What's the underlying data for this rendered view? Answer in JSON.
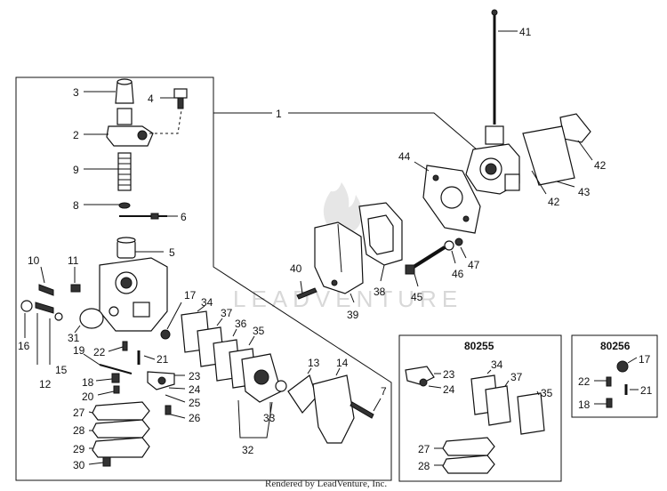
{
  "labels": {
    "p1": "1",
    "p2": "2",
    "p3": "3",
    "p4": "4",
    "p5": "5",
    "p6": "6",
    "p7": "7",
    "p8": "8",
    "p9": "9",
    "p10": "10",
    "p11": "11",
    "p12": "12",
    "p13": "13",
    "p14": "14",
    "p15": "15",
    "p16": "16",
    "p17": "17",
    "p18": "18",
    "p19": "19",
    "p20": "20",
    "p21": "21",
    "p22": "22",
    "p23": "23",
    "p24": "24",
    "p25": "25",
    "p26": "26",
    "p27": "27",
    "p28": "28",
    "p29": "29",
    "p30": "30",
    "p31": "31",
    "p32": "32",
    "p33": "33",
    "p34": "34",
    "p35": "35",
    "p36": "36",
    "p37": "37",
    "p38": "38",
    "p39": "39",
    "p40": "40",
    "p41": "41",
    "p42a": "42",
    "p42b": "42",
    "p43": "43",
    "p44": "44",
    "p45": "45",
    "p46": "46",
    "p47": "47"
  },
  "kit_80255": {
    "title": "80255",
    "labels": {
      "k23": "23",
      "k24": "24",
      "k34": "34",
      "k37": "37",
      "k35": "35",
      "k27": "27",
      "k28": "28"
    }
  },
  "kit_80256": {
    "title": "80256",
    "labels": {
      "k17": "17",
      "k22": "22",
      "k21": "21",
      "k18": "18"
    }
  },
  "watermark": "LEADVENTURE",
  "footer": "Rendered by LeadVenture, Inc."
}
